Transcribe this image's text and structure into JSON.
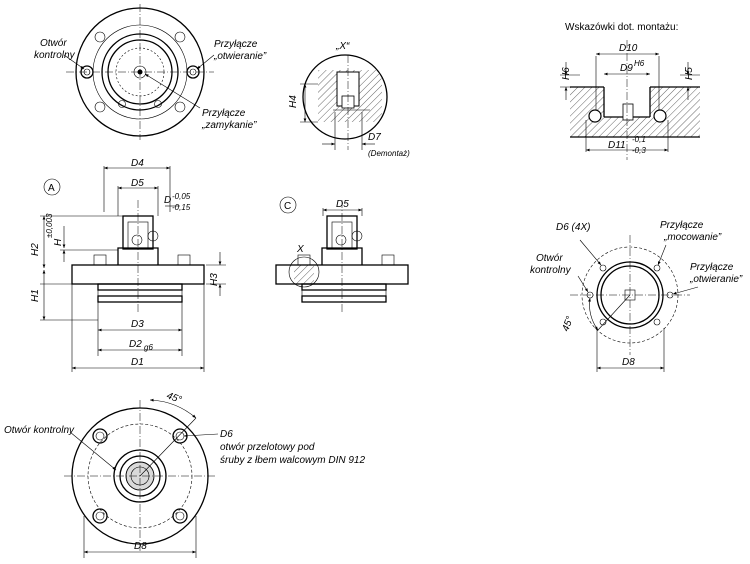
{
  "labels": {
    "control_port": "Otwór",
    "control_port2": "kontrolny",
    "connect_open_1": "Przyłącze",
    "connect_open_2": "„otwieranie”",
    "connect_close_1": "Przyłącze",
    "connect_close_2": "„zamykanie”",
    "detail_x": "„X“",
    "demontaz": "(Demontaż)",
    "mounting_title": "Wskazówki dot. montażu:",
    "control_full": "Otwór kontrolny",
    "d6_line1": "D6",
    "d6_line2": "otwór przelotowy pod",
    "d6_line3": "śruby z łbem walcowym DIN 912",
    "d6_4x": "D6 (4X)",
    "mocowanie_1": "Przyłącze",
    "mocowanie_2": "„mocowanie”",
    "otwieranie_1": "Przyłącze",
    "otwieranie_2": "„otwieranie”",
    "ctrl_1": "Otwór",
    "ctrl_2": "kontrolny",
    "view_a": "A",
    "view_c": "C",
    "x_mark": "X"
  },
  "dimensions": {
    "d4": "D4",
    "d5": "D5",
    "d_tol": "D",
    "d_tol_up": "-0,05",
    "d_tol_low": "-0,15",
    "h_tol": "H",
    "h_tol_val": "±0,003",
    "h1": "H1",
    "h2": "H2",
    "h3": "H3",
    "h4": "H4",
    "h5": "H5",
    "h6": "H6",
    "d1": "D1",
    "d2": "D2",
    "d2_fit": "g6",
    "d3": "D3",
    "d7": "D7",
    "d8": "D8",
    "d8b": "D8",
    "d10": "D10",
    "d9": "D9",
    "d9_fit": "H6",
    "d11": "D11",
    "d11_up": "-0,1",
    "d11_low": "-0,3",
    "d5c": "D5",
    "angle45": "45°",
    "angle45b": "45°"
  }
}
